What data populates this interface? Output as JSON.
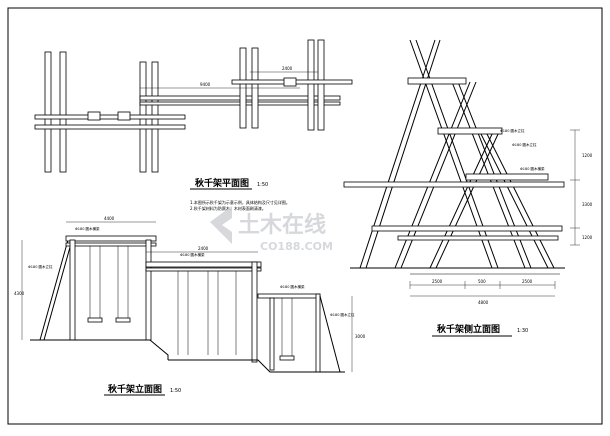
{
  "drawing": {
    "plan": {
      "title": "秋千架平面图",
      "scale": "1:50",
      "dims": {
        "overall": "9400",
        "right_span": "2400"
      }
    },
    "front": {
      "title": "秋千架立面图",
      "scale": "1:50",
      "dims": {
        "left_span": "4400",
        "mid_span": "2400",
        "height": "4300",
        "right_height": "3000"
      },
      "labels": {
        "beam_left": "Φ180 圆木横梁",
        "post_left": "Φ180 圆木立柱",
        "beam_mid": "Φ180 圆木横梁",
        "beam_right": "Φ180 圆木横梁",
        "post_right": "Φ180 圆木立柱"
      }
    },
    "side": {
      "title": "秋千架侧立面图",
      "scale": "1:30",
      "labels": {
        "post_top": "Φ180 圆木立柱",
        "post_mid": "Φ180 圆木立柱",
        "beam": "Φ180 圆木横梁"
      },
      "dims": {
        "base_left": "2500",
        "base_mid": "500",
        "base_right": "2500",
        "base_total": "4800",
        "h1": "1200",
        "h2": "3300",
        "h3": "1200"
      }
    },
    "note": "1.本图所示秋千架为示意示例，具体结构及尺寸见详图。\n2.秋千架材料为防腐木，木材表面刷清漆。",
    "watermark": {
      "brand": "土木在线",
      "url": "CO188.COM"
    }
  }
}
